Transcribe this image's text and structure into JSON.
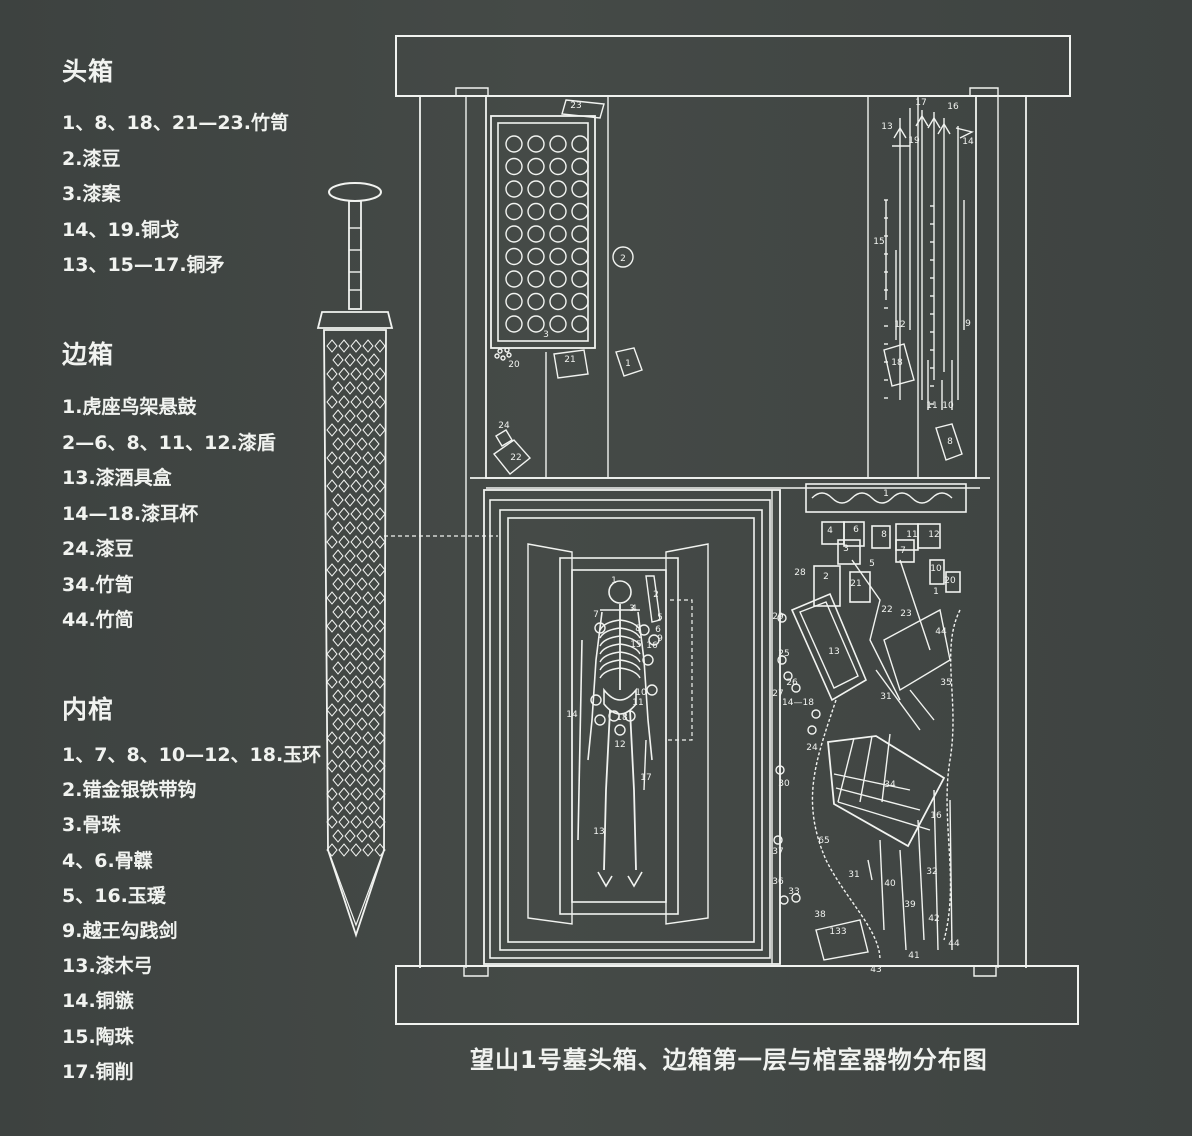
{
  "legend": {
    "sections": [
      {
        "heading": "头箱",
        "items": [
          "1、8、18、21—23.竹笥",
          "2.漆豆",
          "3.漆案",
          "14、19.铜戈",
          "13、15—17.铜矛"
        ]
      },
      {
        "heading": "边箱",
        "items": [
          "1.虎座鸟架悬鼓",
          "2—6、8、11、12.漆盾",
          "13.漆酒具盒",
          "14—18.漆耳杯",
          "24.漆豆",
          "34.竹笥",
          "44.竹简"
        ]
      },
      {
        "heading": "内棺",
        "items": [
          "1、7、8、10—12、18.玉环",
          "2.错金银铁带钩",
          "3.骨珠",
          "4、6.骨韘",
          "5、16.玉瑗",
          "9.越王勾践剑",
          "13.漆木弓",
          "14.铜镞",
          "15.陶珠",
          "17.铜削"
        ]
      }
    ]
  },
  "diagram": {
    "caption": "望山1号墓头箱、边箱第一层与棺室器物分布图",
    "head_box_numbers": [
      "23",
      "2",
      "3",
      "20",
      "21",
      "1",
      "24",
      "22",
      "17",
      "16",
      "13",
      "19",
      "14",
      "15",
      "12",
      "18",
      "9",
      "11",
      "10",
      "8"
    ],
    "coffin_numbers": [
      "1",
      "2",
      "3",
      "4",
      "5",
      "6",
      "7",
      "8",
      "9",
      "10",
      "11",
      "12",
      "13",
      "14",
      "15",
      "16",
      "17",
      "18"
    ],
    "side_box_numbers": [
      "1",
      "4",
      "6",
      "8",
      "11",
      "12",
      "3",
      "7",
      "2",
      "28",
      "21",
      "5",
      "10",
      "20",
      "22",
      "23",
      "29",
      "13",
      "25",
      "26",
      "27",
      "14—18",
      "44",
      "35",
      "31",
      "24",
      "34",
      "30",
      "65",
      "16",
      "37",
      "31",
      "36",
      "40",
      "32",
      "33",
      "38",
      "39",
      "42",
      "133",
      "41",
      "44",
      "43",
      "1"
    ]
  },
  "colors": {
    "background": "#414643",
    "line": "#f1f3f0"
  }
}
